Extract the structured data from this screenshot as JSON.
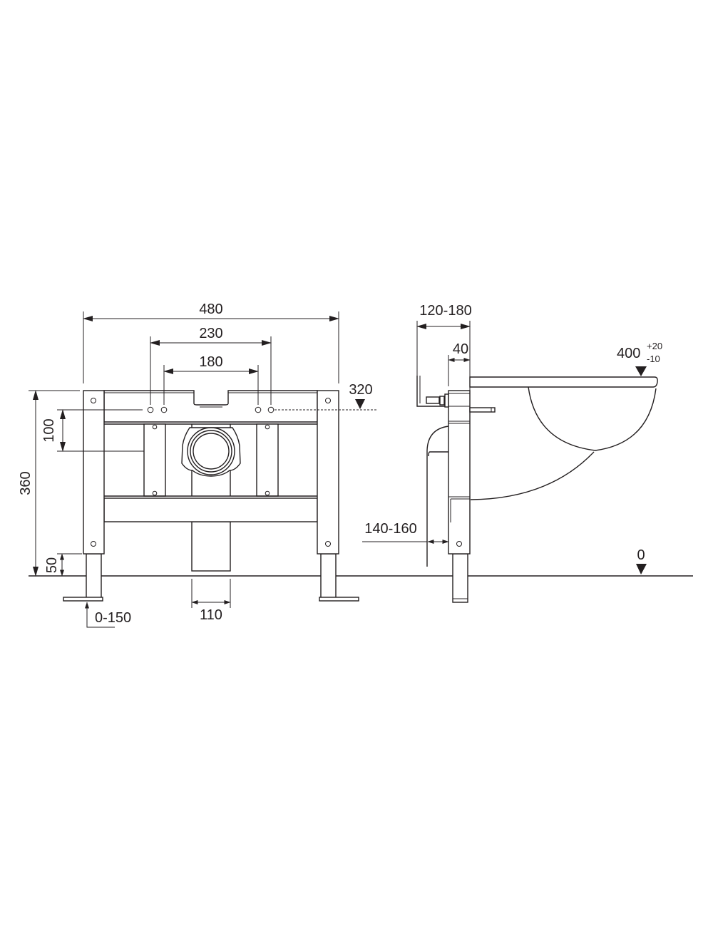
{
  "front_view": {
    "dim_overall_width": "480",
    "dim_outer_holes": "230",
    "dim_inner_holes": "180",
    "dim_height": "360",
    "dim_hole_to_pipe": "100",
    "dim_leg_extension": "50",
    "dim_foot_adjust": "0-150",
    "dim_pipe_diameter": "110",
    "level_holes": "320"
  },
  "side_view": {
    "dim_wall_depth": "120-180",
    "dim_frame_depth": "40",
    "dim_pipe_offset": "140-160",
    "level_floor": "0",
    "level_seat": "400",
    "level_seat_tol_plus": "+20",
    "level_seat_tol_minus": "-10"
  }
}
